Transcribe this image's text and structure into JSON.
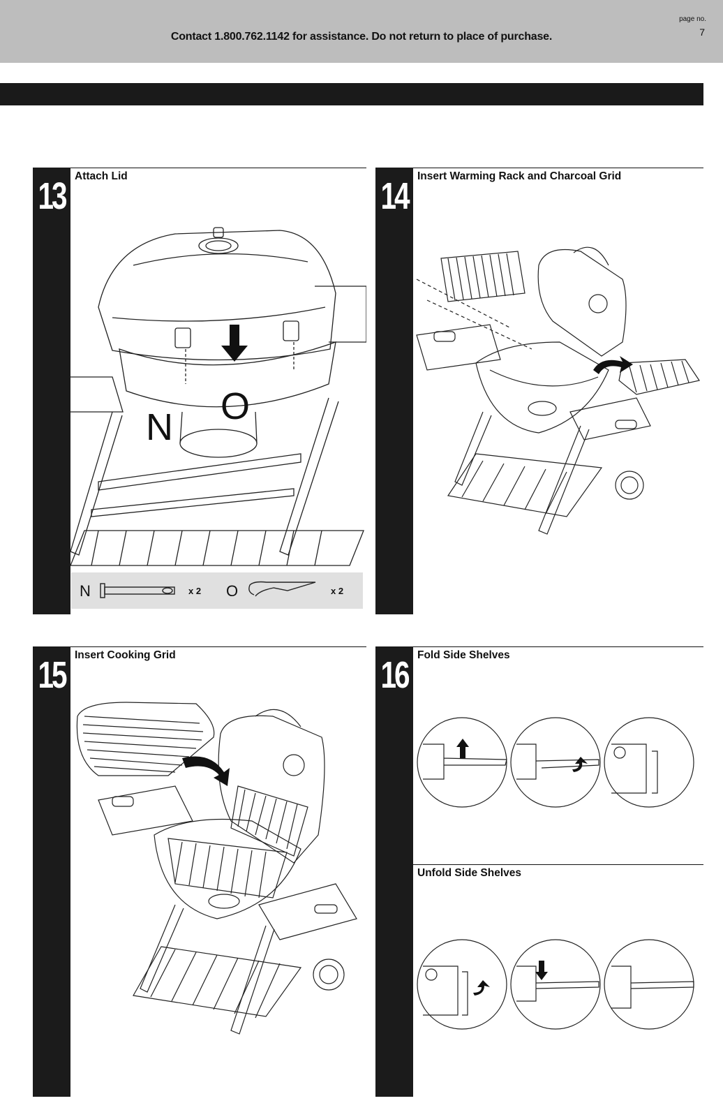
{
  "header": {
    "contact": "Contact 1.800.762.1142 for assistance. Do not return to place of purchase.",
    "page_label": "page no.",
    "page_number": "7"
  },
  "steps": [
    {
      "number": "13",
      "title": "Attach Lid",
      "part_labels": [
        "N",
        "O"
      ]
    },
    {
      "number": "14",
      "title": "Insert Warming Rack and Charcoal Grid"
    },
    {
      "number": "15",
      "title": "Insert Cooking Grid"
    },
    {
      "number": "16",
      "title": "Fold Side Shelves",
      "subtitle": "Unfold Side Shelves"
    }
  ],
  "parts": [
    {
      "label": "N",
      "qty": "x 2"
    },
    {
      "label": "O",
      "qty": "x 2"
    }
  ]
}
